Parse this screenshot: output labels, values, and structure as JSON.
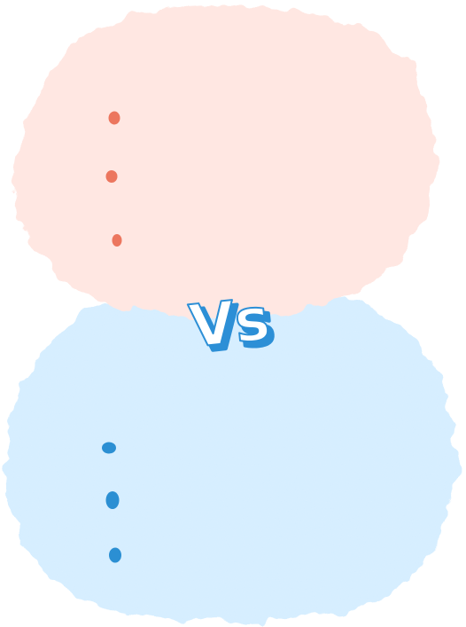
{
  "graphic": {
    "top_blob": {
      "color": "#ffe7e2",
      "bullet_color": "#ec765e",
      "bullets": 3
    },
    "bottom_blob": {
      "color": "#d4edff",
      "bullet_color": "#2b8fd3",
      "bullets": 3
    },
    "vs_mark": {
      "text": "Vs",
      "fill": "#ffffff",
      "shadow": "#2c8fd6"
    }
  }
}
